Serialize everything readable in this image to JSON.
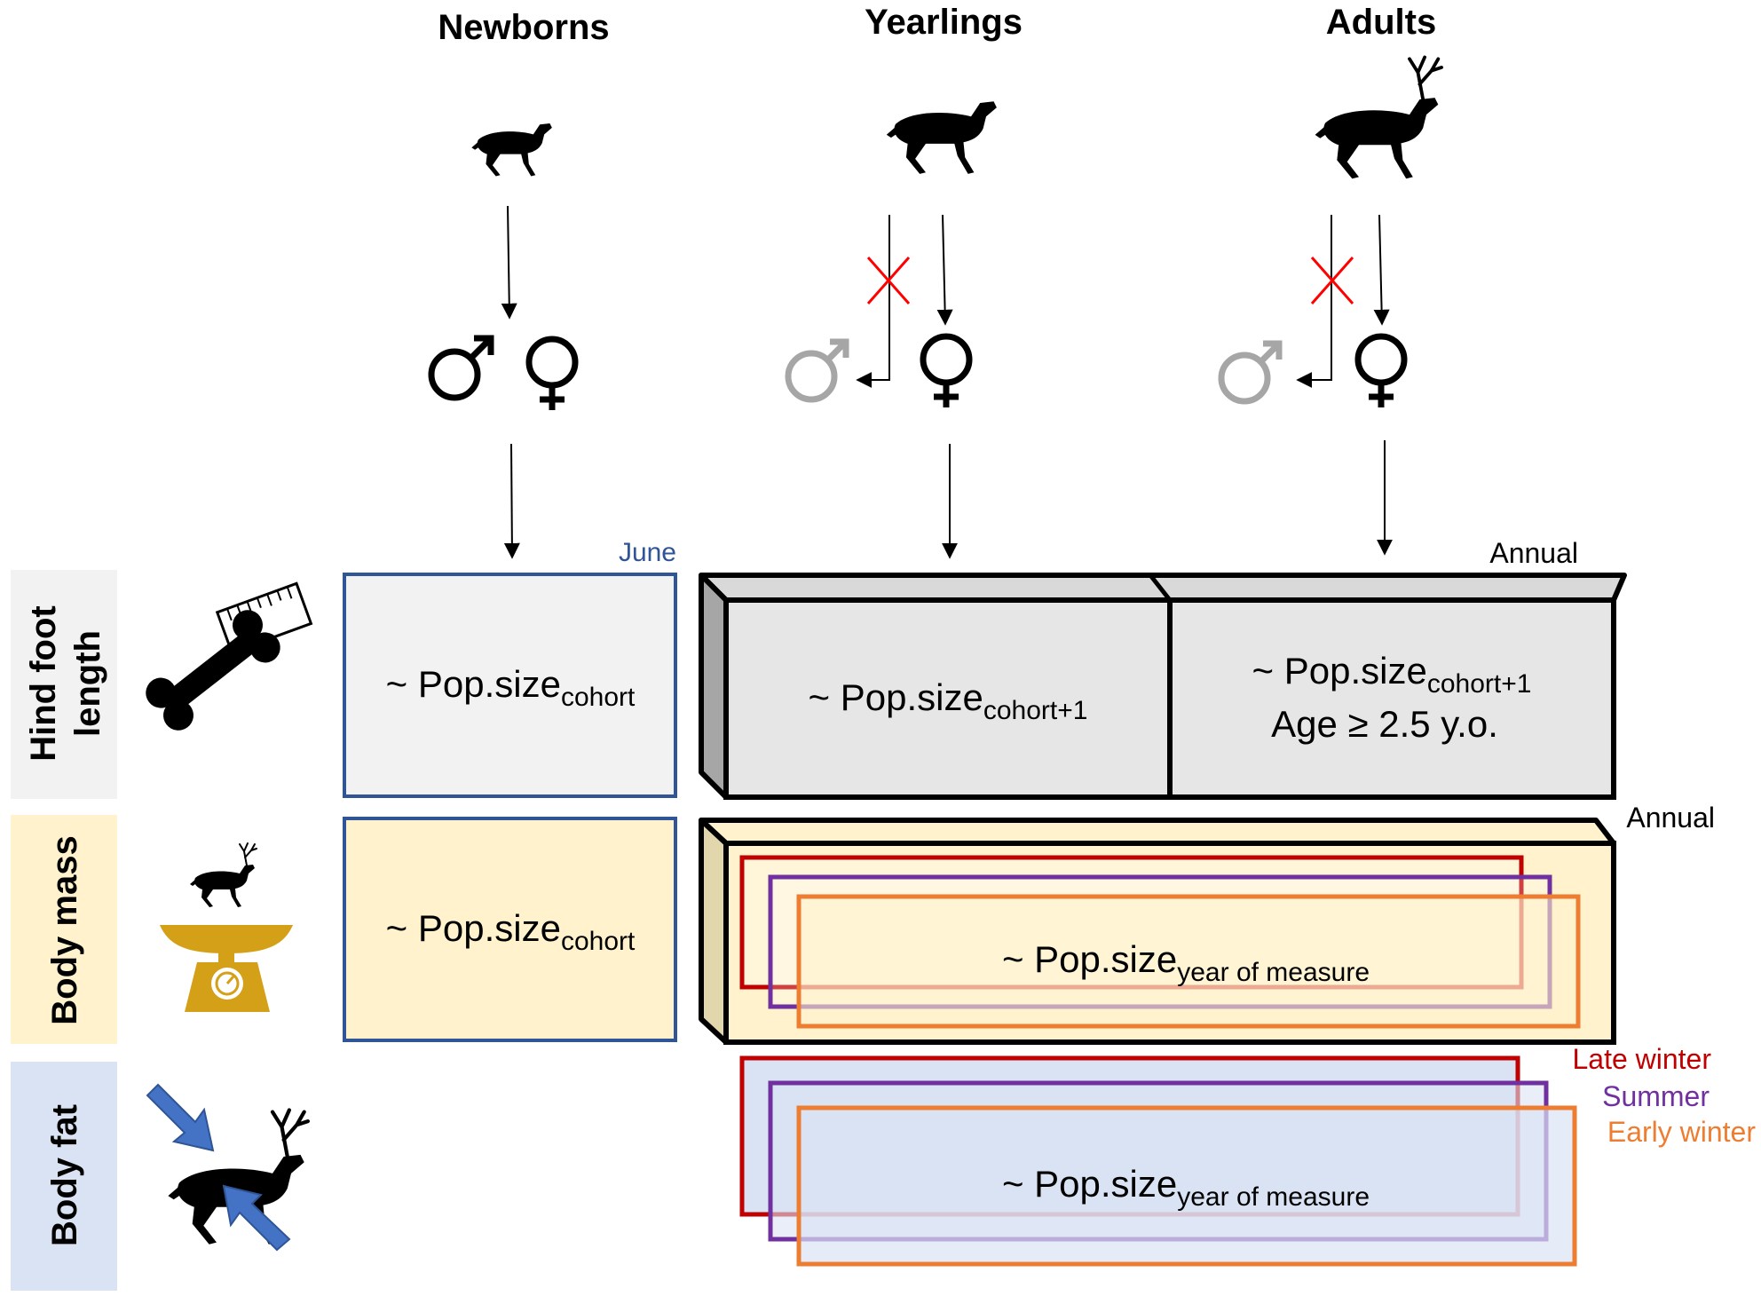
{
  "columns": {
    "newborns": "Newborns",
    "yearlings": "Yearlings",
    "adults": "Adults"
  },
  "rows": {
    "hind_foot_line1": "Hind foot",
    "hind_foot_line2": "length",
    "body_mass": "Body mass",
    "body_fat": "Body fat"
  },
  "timing": {
    "june": "June",
    "annual_hind": "Annual",
    "annual_mass": "Annual"
  },
  "seasons": {
    "late_winter": "Late winter",
    "summer": "Summer",
    "early_winter": "Early winter"
  },
  "formulas": {
    "prefix": "~ Pop.size",
    "cohort": "cohort",
    "cohort_plus1": "cohort+1",
    "year_of_measure": "year of measure",
    "age_condition": "Age ≥ 2.5 y.o."
  },
  "colors": {
    "june_blue": "#2f5597",
    "late_winter_red": "#c00000",
    "summer_purple": "#7030a0",
    "early_winter_orange": "#ed7d31",
    "hind_gray": "#e6e6e6",
    "mass_yellow": "#fff2cc",
    "fat_blue": "#dae3f3",
    "excluded_gray": "#a6a6a6",
    "cross_red": "#ff0000",
    "scale_gold": "#d4a017",
    "arrow_blue": "#4472c4"
  },
  "icons": {
    "newborn": "reindeer-calf-icon",
    "yearling": "reindeer-yearling-icon",
    "adult": "reindeer-adult-icon",
    "male": "male-symbol-icon",
    "female": "female-symbol-icon",
    "bone_ruler": "bone-ruler-icon",
    "scale": "weighing-scale-icon",
    "fat": "reindeer-fat-arrows-icon"
  }
}
